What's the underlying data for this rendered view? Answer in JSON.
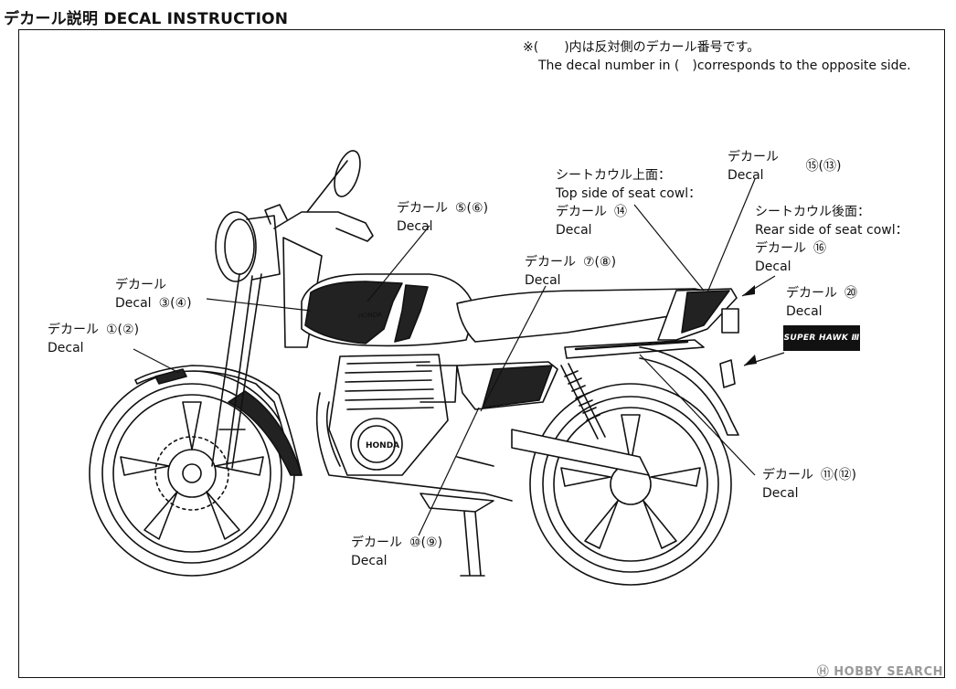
{
  "title": "デカール説明 DECAL INSTRUCTION",
  "note": {
    "jp": "※(　　)内は反対側のデカール番号です。",
    "en": "The decal number in (　)corresponds to the opposite side."
  },
  "labels": {
    "d1": {
      "jp": "デカール",
      "en": "Decal",
      "num": "①(②)"
    },
    "d3": {
      "jp": "デカール",
      "en": "Decal",
      "num": "③(④)"
    },
    "d5": {
      "jp": "デカール",
      "en": "Decal",
      "num": "⑤(⑥)"
    },
    "d7": {
      "jp": "デカール",
      "en": "Decal",
      "num": "⑦(⑧)"
    },
    "d10": {
      "jp": "デカール",
      "en": "Decal",
      "num": "⑩(⑨)"
    },
    "d11": {
      "jp": "デカール",
      "en": "Decal",
      "num": "⑪(⑫)"
    },
    "d14": {
      "jp1": "シートカウル上面：",
      "en1": "Top side of seat cowl：",
      "jp": "デカール",
      "en": "Decal",
      "num": "⑭"
    },
    "d15": {
      "jp": "デカール",
      "en": "Decal",
      "num": "⑮(⑬)"
    },
    "d16": {
      "jp1": "シートカウル後面：",
      "en1": "Rear side of seat cowl：",
      "jp": "デカール",
      "en": "Decal",
      "num": "⑯"
    },
    "d20": {
      "jp": "デカール",
      "en": "Decal",
      "num": "⑳"
    }
  },
  "tank_text": "HONDA",
  "engine_text": "HONDA",
  "badge": "SUPER HAWK Ⅲ",
  "watermark": "Ⓗ HOBBY SEARCH"
}
